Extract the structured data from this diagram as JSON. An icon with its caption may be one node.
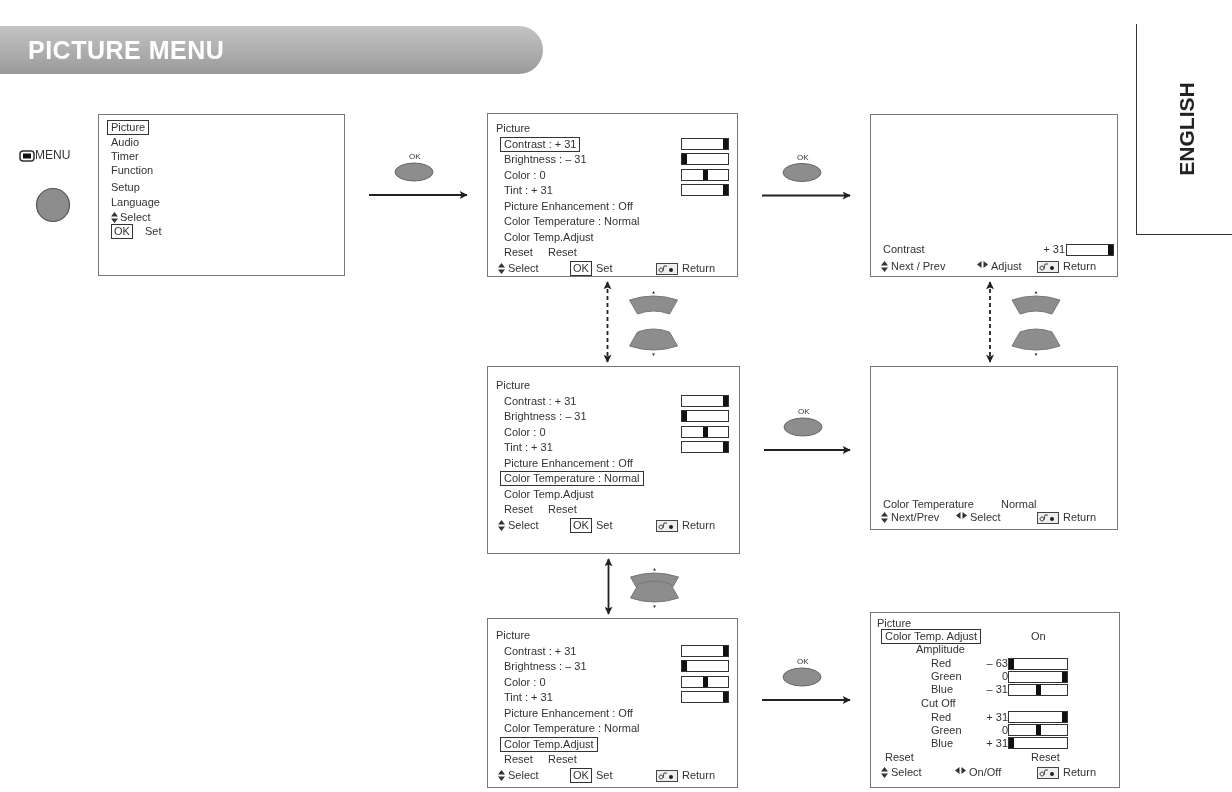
{
  "diagram": {
    "title": "PICTURE MENU",
    "nodes": [
      {
        "text": [
          "MENU"
        ]
      },
      {
        "text": [
          "Picture",
          "Audio",
          "Timer",
          "Function",
          "Setup",
          "Language",
          "Select",
          "OK",
          "Set"
        ]
      },
      {
        "text": [
          "Picture",
          "Contrast : + 31",
          "Brightness : – 31",
          "Color : 0",
          "Tint : + 31",
          "Picture Enhancement : Off",
          "Color Temperature : Normal",
          "Color Temp.Adjust",
          "Reset",
          "Reset",
          "Select",
          "OK",
          "Set",
          "Return"
        ]
      },
      {
        "text": [
          "Contrast",
          "+ 31",
          "Next / Prev",
          "Adjust",
          "Return"
        ]
      },
      {
        "text": [
          "Picture",
          "Contrast : + 31",
          "Brightness : – 31",
          "Color : 0",
          "Tint : + 31",
          "Picture Enhancement : Off",
          "Color Temperature : Normal",
          "Color Temp.Adjust",
          "Reset",
          "Reset",
          "Select",
          "OK",
          "Set",
          "Return"
        ]
      },
      {
        "text": [
          "Color Temperature",
          "Normal",
          "Next/Prev",
          "Select",
          "Return"
        ]
      },
      {
        "text": [
          "Picture",
          "Contrast : + 31",
          "Brightness : – 31",
          "Color : 0",
          "Tint : + 31",
          "Picture Enhancement : Off",
          "Color Temperature : Normal",
          "Color Temp.Adjust",
          "Reset",
          "Reset",
          "Select",
          "OK",
          "Set",
          "Return"
        ]
      },
      {
        "text": [
          "Picture",
          "Color Temp. Adjust",
          "On",
          "Amplitude",
          "Red",
          "– 63",
          "Green",
          "0",
          "Blue",
          "– 31",
          "Cut Off",
          "Red",
          "+ 31",
          "Green",
          "0",
          "Blue",
          "+ 31",
          "Reset",
          "Reset",
          "Select",
          "On/Off",
          "Return"
        ]
      }
    ],
    "edges": [
      {
        "from": 1,
        "to": 2,
        "arrow": "to",
        "label": "OK"
      },
      {
        "from": 2,
        "to": 3,
        "arrow": "to",
        "label": "OK"
      },
      {
        "from": 2,
        "to": 4,
        "arrow": "both",
        "style": "dashed"
      },
      {
        "from": 3,
        "to": 5,
        "arrow": "both",
        "style": "dashed"
      },
      {
        "from": 4,
        "to": 5,
        "arrow": "to",
        "label": "OK"
      },
      {
        "from": 4,
        "to": 6,
        "arrow": "both"
      },
      {
        "from": 6,
        "to": 7,
        "arrow": "to",
        "label": "OK"
      }
    ],
    "labels": [
      "ENGLISH"
    ]
  }
}
